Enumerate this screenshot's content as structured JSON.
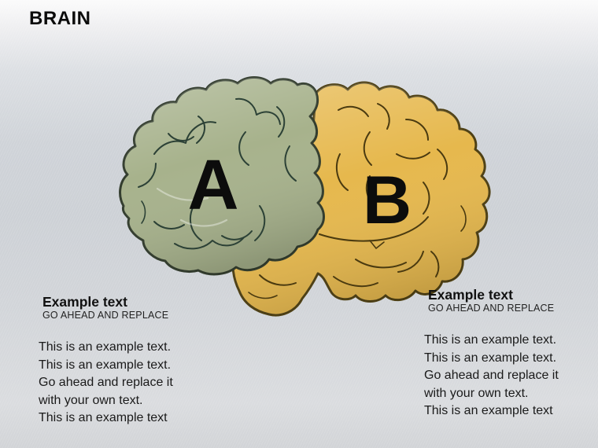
{
  "slide": {
    "title": "BRAIN"
  },
  "brain": {
    "left_label": "A",
    "right_label": "B",
    "left_color": "#a7b28c",
    "left_outline_color": "#333d2e",
    "left_fold_color": "#2c4136",
    "right_color": "#e6b84d",
    "right_outline_color": "#4e4014",
    "right_fold_color": "#4a3a10",
    "label_color": "#0c0c0c"
  },
  "left_block": {
    "heading": "Example text",
    "subheading": "GO AHEAD AND REPLACE",
    "lines": [
      "This is an example text.",
      "This is an example text.",
      "Go ahead and replace it",
      "with your own text.",
      "This is an example text"
    ]
  },
  "right_block": {
    "heading": "Example text",
    "subheading": "GO AHEAD AND REPLACE",
    "lines": [
      "This is an example text.",
      "This is an example text.",
      "Go ahead and replace it",
      "with your own text.",
      "This is an example text"
    ]
  }
}
